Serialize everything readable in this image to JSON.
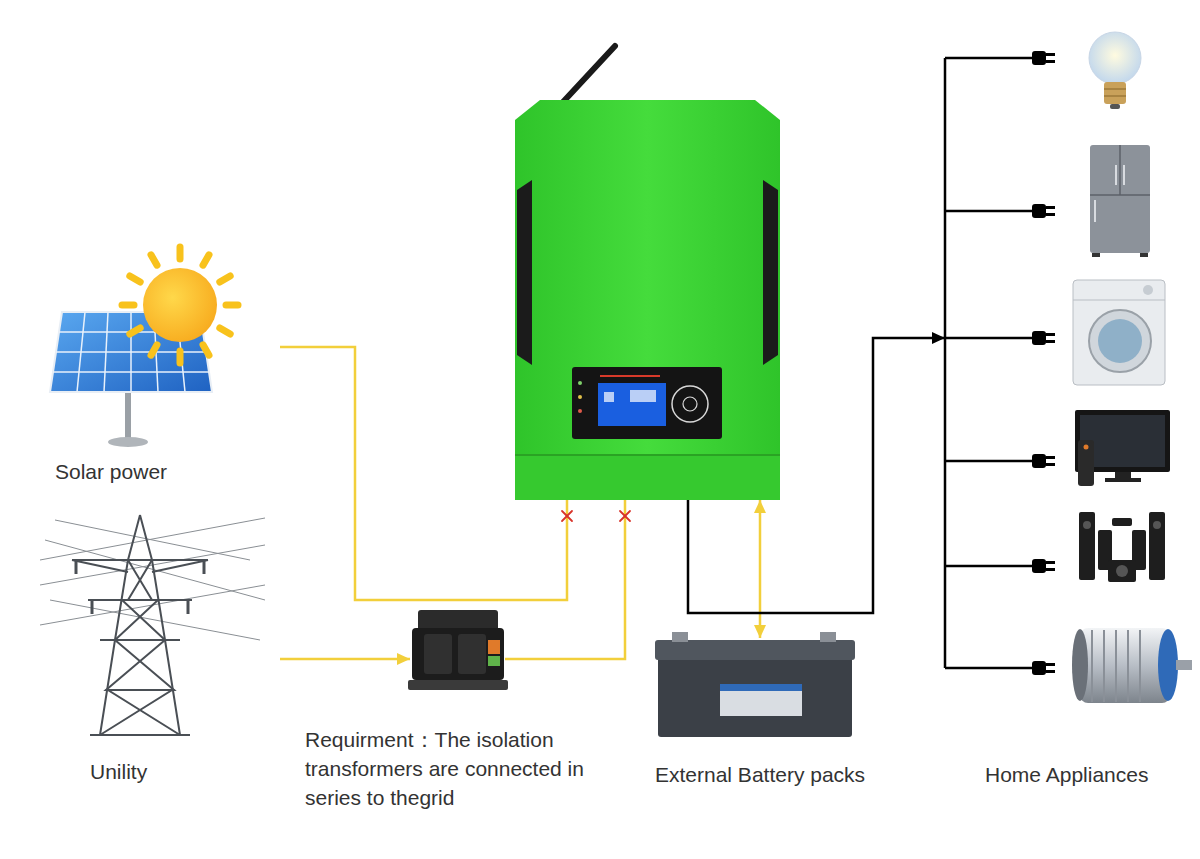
{
  "diagram": {
    "nodes": [
      {
        "text": [
          "Solar power"
        ]
      },
      {
        "text": [
          "Unility"
        ]
      },
      {
        "text": [
          "Requirment：The isolation transformers are connected in series to thegrid"
        ]
      },
      {
        "text": []
      },
      {
        "text": [
          "External Battery packs"
        ]
      },
      {
        "text": [
          "Home Appliances"
        ]
      }
    ],
    "edges": [
      {
        "from": 0,
        "to": 3,
        "arrow": "none"
      },
      {
        "from": 1,
        "to": 2,
        "arrow": "to"
      },
      {
        "from": 2,
        "to": 3,
        "arrow": "none"
      },
      {
        "from": 3,
        "to": 4,
        "arrow": "both"
      },
      {
        "from": 3,
        "to": 5,
        "arrow": "to"
      }
    ]
  }
}
